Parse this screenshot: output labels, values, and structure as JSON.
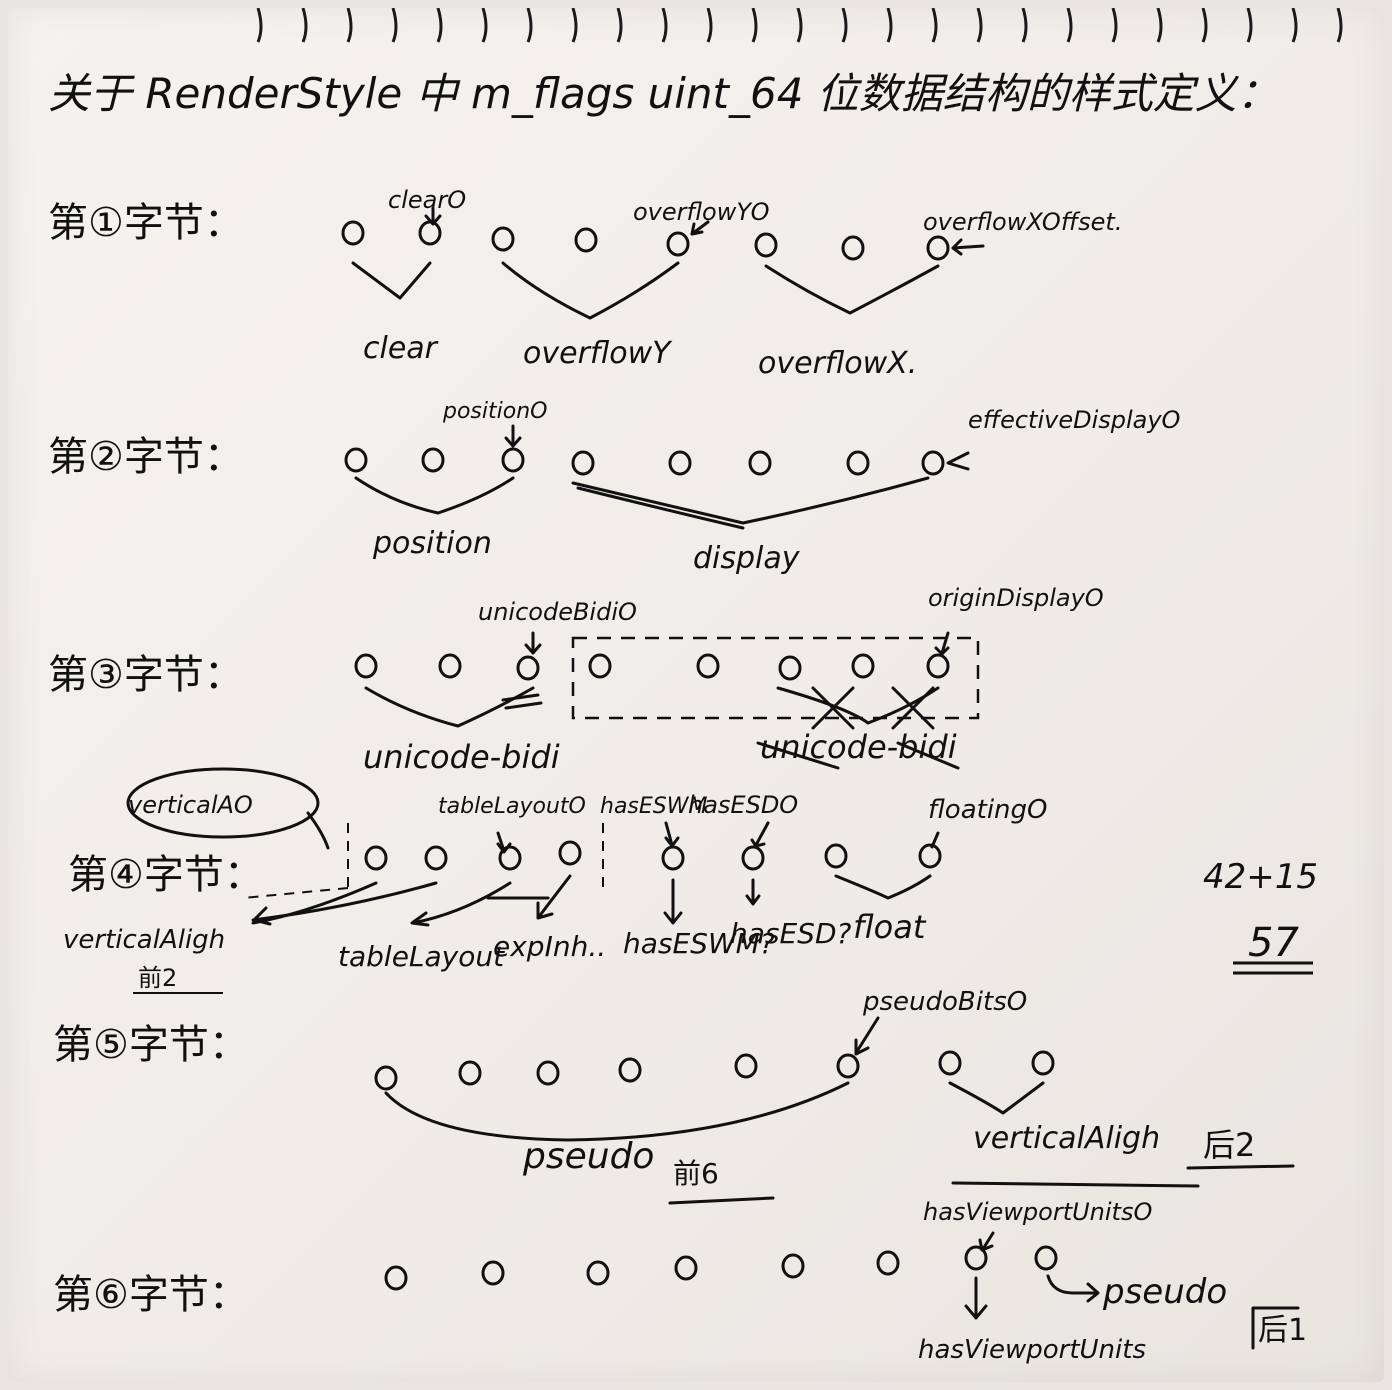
{
  "title": "关于 RenderStyle 中 m_flags uint_64 位数据结构的样式定义：",
  "colors": {
    "ink": "#111111",
    "paper": "#f3f1ec"
  },
  "rows": [
    {
      "label": "第①字节：",
      "annotations": [
        "clearO",
        "overflowYO",
        "overflowXOffset."
      ],
      "groups": [
        "clear",
        "overflowY",
        "overflowX."
      ]
    },
    {
      "label": "第②字节：",
      "annotations": [
        "positionO",
        "effectiveDisplayO"
      ],
      "groups": [
        "position",
        "display"
      ]
    },
    {
      "label": "第③字节：",
      "annotations": [
        "unicodeBidiO",
        "originDisplayO"
      ],
      "groups": [
        "unicode-bidi",
        "unicode-bidi"
      ]
    },
    {
      "label": "第④字节：",
      "annotations": [
        "verticalAO",
        "tableLayoutO",
        "hasESWM",
        "hasESDO",
        "floatingO"
      ],
      "groups": [
        "verticalAligh",
        "前2",
        "tableLayout",
        "expInh..",
        "hasESWM?",
        "hasESD?",
        "float"
      ]
    },
    {
      "label": "第⑤字节：",
      "annotations": [
        "pseudoBitsO"
      ],
      "groups": [
        "pseudo",
        "前6",
        "verticalAligh",
        "后2"
      ]
    },
    {
      "label": "第⑥字节：",
      "annotations": [
        "hasViewportUnitsO"
      ],
      "groups": [
        "hasViewportUnits",
        "pseudo",
        "后1"
      ]
    }
  ],
  "math": {
    "expr": "42+15",
    "result": "57"
  }
}
